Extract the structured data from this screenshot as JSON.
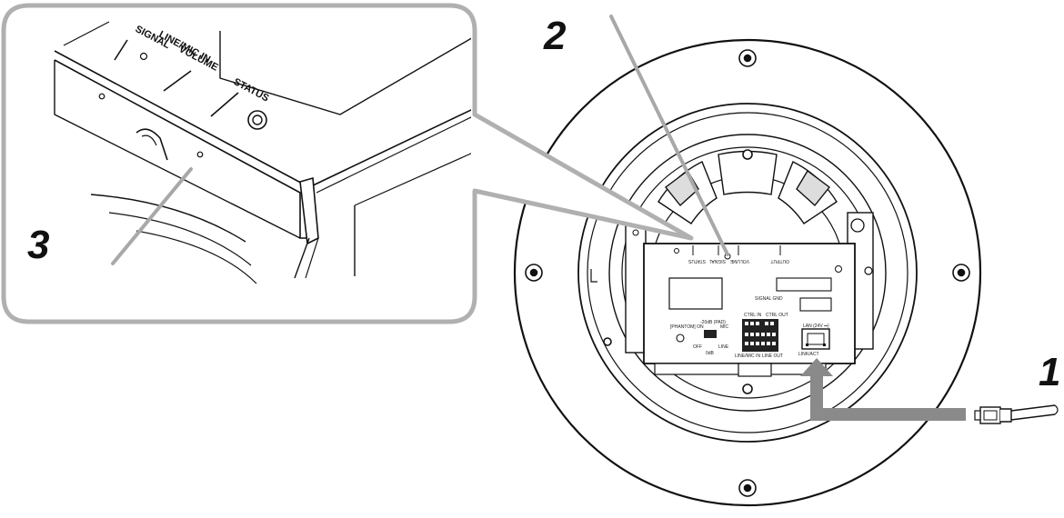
{
  "callouts": {
    "one": "1",
    "two": "2",
    "three": "3"
  },
  "inset_labels": {
    "line_mic_in": "LINE/MIC IN",
    "signal": "SIGNAL",
    "volume": "VOLUME",
    "status": "STATUS"
  },
  "panel_labels": {
    "status": "STATUS",
    "signal": "SIGNAL",
    "volume": "VOLUME",
    "line_mic_in": "LINE/MIC IN",
    "output": "OUTPUT",
    "signal_gnd": "SIGNAL GND",
    "ctrl_in": "CTRL IN",
    "ctrl_out": "CTRL OUT",
    "pad": "-20dB (PAD)",
    "phantom": "[PHANTOM] ON",
    "mic": "MIC",
    "off": "OFF",
    "line": "LINE",
    "zero_db": "0dB",
    "lan": "LAN (24V ⎓)",
    "link_act": "LINK/ACT",
    "line_mic_in_bottom": "LINE/MIC IN",
    "line_out": "LINE OUT"
  },
  "colors": {
    "line": "#111111",
    "callout_gray": "#a8a8a8",
    "arrow_gray": "#8a8a8a"
  }
}
